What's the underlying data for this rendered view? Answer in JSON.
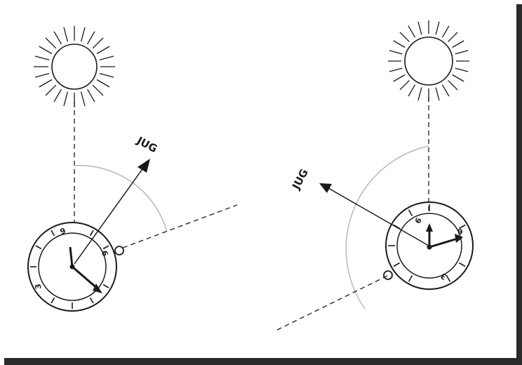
{
  "colors": {
    "ink": "#1a1a1a",
    "arc": "#b8b8b8",
    "paper": "#ffffff",
    "shadow": "#2b2b2b"
  },
  "figures": [
    {
      "id": "left",
      "direction_label": "JUG",
      "dial_numbers": [
        "9",
        "6",
        "3"
      ]
    },
    {
      "id": "right",
      "direction_label": "JUG",
      "dial_numbers": [
        "6",
        "9",
        "3"
      ]
    }
  ]
}
